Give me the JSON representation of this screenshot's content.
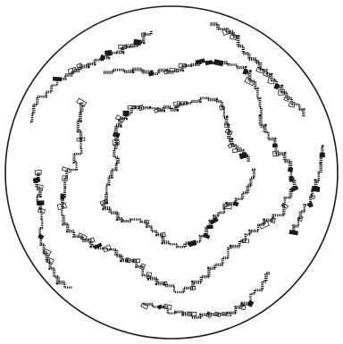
{
  "figure": {
    "description_visible_text": "",
    "colors": {
      "ink": "#1a1a1a",
      "paper": "#ffffff"
    },
    "elements": {
      "dish_outline": "circle",
      "ring_inner": "jagged-ring",
      "ring_middle": "jagged-ring",
      "ring_outer": "broken-jagged-ring"
    }
  }
}
